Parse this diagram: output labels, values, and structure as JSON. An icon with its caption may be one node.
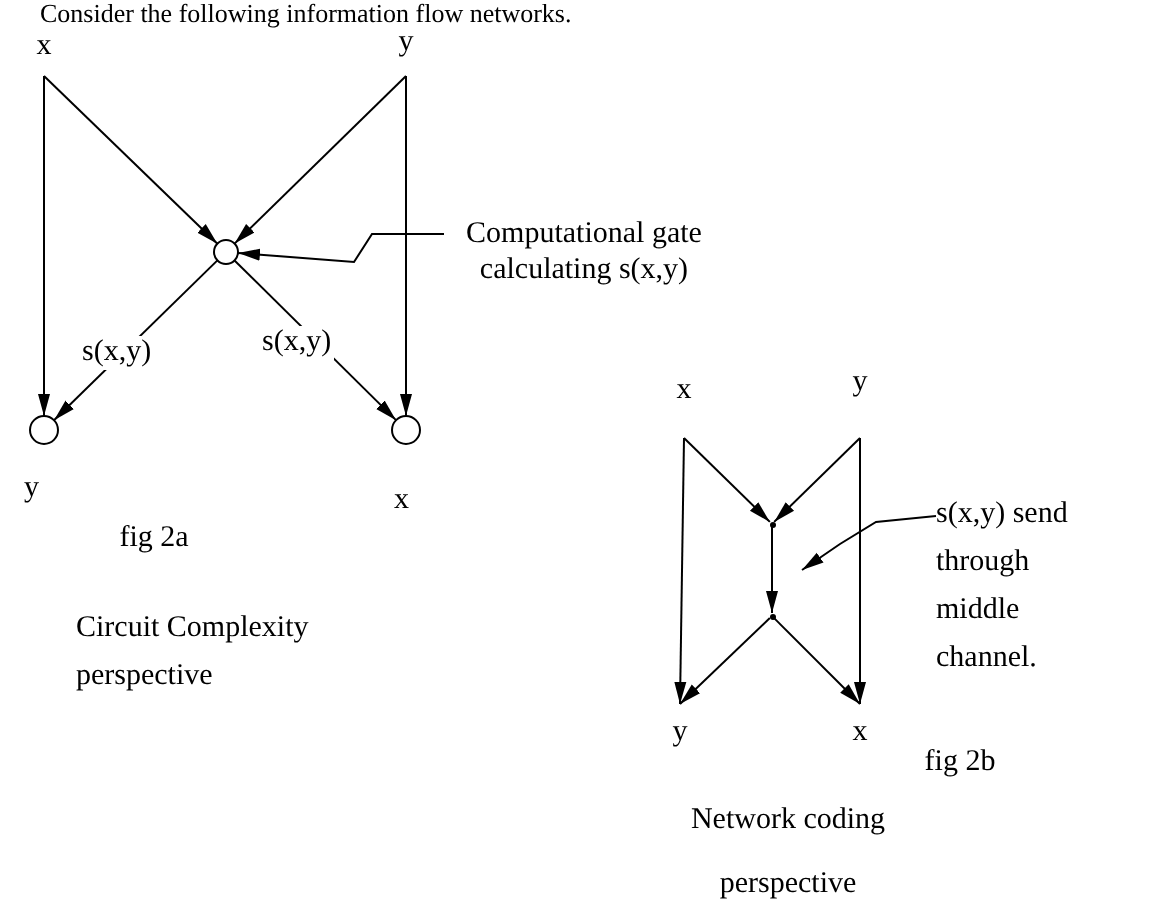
{
  "diagram": {
    "title": "Consider the following information flow networks.",
    "nodes": [
      {
        "text": [
          "x"
        ]
      },
      {
        "text": [
          "y"
        ]
      },
      {
        "text": [],
        "shape": "circle"
      },
      {
        "text": [
          "Computational gate calculating s(x,y)"
        ]
      },
      {
        "text": [],
        "shape": "circle",
        "beside": [
          "y"
        ]
      },
      {
        "text": [],
        "shape": "circle",
        "beside": [
          "x"
        ]
      },
      {
        "text": [
          "x"
        ]
      },
      {
        "text": [
          "y"
        ]
      },
      {
        "text": [],
        "shape": "point"
      },
      {
        "text": [],
        "shape": "point"
      },
      {
        "text": [
          "s(x,y) send through middle channel."
        ]
      },
      {
        "text": [
          "y"
        ]
      },
      {
        "text": [
          "x"
        ]
      }
    ],
    "edges": [
      {
        "from": 0,
        "to": 4,
        "arrow": "to"
      },
      {
        "from": 0,
        "to": 2,
        "arrow": "to"
      },
      {
        "from": 1,
        "to": 2,
        "arrow": "to"
      },
      {
        "from": 1,
        "to": 5,
        "arrow": "to"
      },
      {
        "from": 2,
        "to": 4,
        "arrow": "to",
        "label": "s(x,y)"
      },
      {
        "from": 2,
        "to": 5,
        "arrow": "to",
        "label": "s(x,y)"
      },
      {
        "from": 3,
        "to": 2,
        "arrow": "to"
      },
      {
        "from": 6,
        "to": 8,
        "arrow": "to"
      },
      {
        "from": 7,
        "to": 8,
        "arrow": "to"
      },
      {
        "from": 8,
        "to": 9,
        "arrow": "to"
      },
      {
        "from": 9,
        "to": 11,
        "arrow": "to"
      },
      {
        "from": 9,
        "to": 12,
        "arrow": "to"
      },
      {
        "from": 6,
        "to": 11,
        "arrow": "to"
      },
      {
        "from": 7,
        "to": 12,
        "arrow": "to"
      },
      {
        "from": 10,
        "to": null,
        "arrow": "to"
      }
    ],
    "labels": [
      "fig 2a",
      "Circuit Complexity perspective",
      "fig 2b",
      "Network coding perspective"
    ]
  }
}
